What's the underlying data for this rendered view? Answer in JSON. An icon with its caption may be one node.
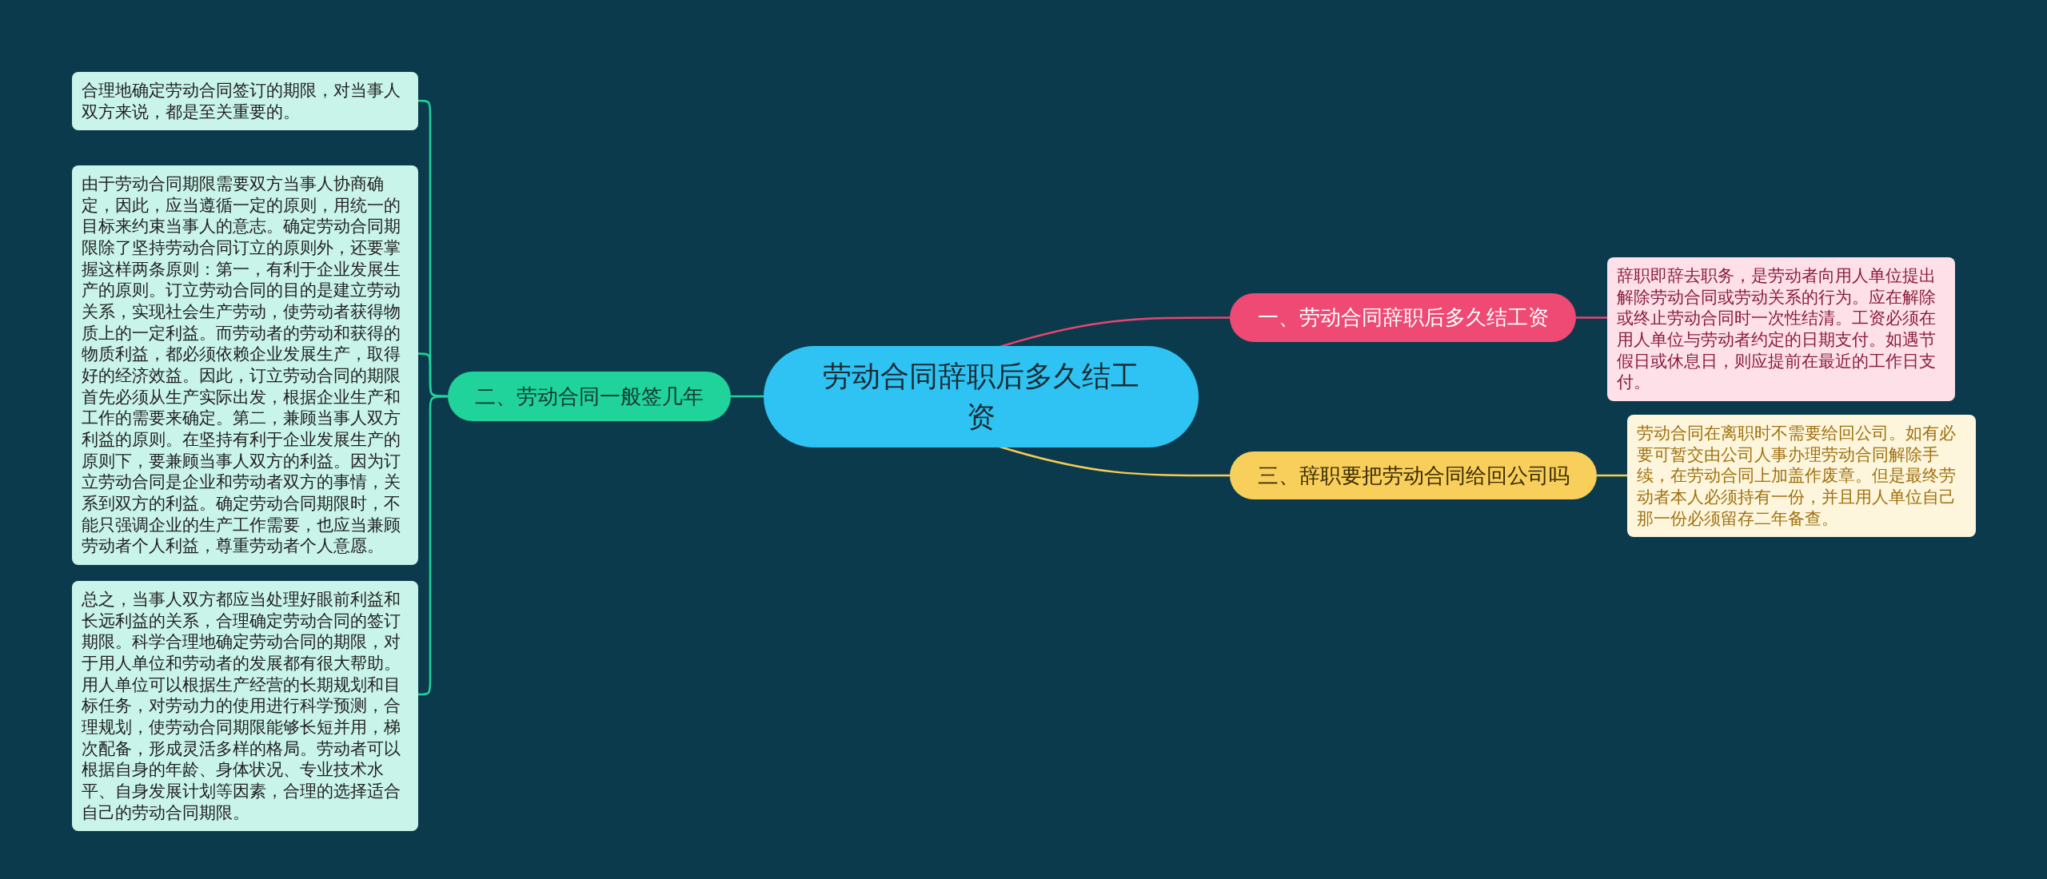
{
  "diagram": {
    "nodes": [
      {
        "text": [
          "劳动合同辞职后多久结工资"
        ]
      },
      {
        "text": [
          "一、劳动合同辞职后多久结工资"
        ]
      },
      {
        "text": [
          "辞职即辞去职务，是劳动者向用人单位提出解除劳动合同或劳动关系的行为。应在解除或终止劳动合同时一次性结清。工资必须在用人单位与劳动者约定的日期支付。如遇节假日或休息日，则应提前在最近的工作日支付。"
        ]
      },
      {
        "text": [
          "二、劳动合同一般签几年"
        ]
      },
      {
        "text": [
          "合理地确定劳动合同签订的期限，对当事人双方来说，都是至关重要的。"
        ]
      },
      {
        "text": [
          "由于劳动合同期限需要双方当事人协商确定，因此，应当遵循一定的原则，用统一的目标来约束当事人的意志。确定劳动合同期限除了坚持劳动合同订立的原则外，还要掌握这样两条原则：第一，有利于企业发展生产的原则。订立劳动合同的目的是建立劳动关系，实现社会生产劳动，使劳动者获得物质上的一定利益。而劳动者的劳动和获得的物质利益，都必须依赖企业发展生产，取得好的经济效益。因此，订立劳动合同的期限首先必须从生产实际出发，根据企业生产和工作的需要来确定。第二，兼顾当事人双方利益的原则。在坚持有利于企业发展生产的原则下，要兼顾当事人双方的利益。因为订立劳动合同是企业和劳动者双方的事情，关系到双方的利益。确定劳动合同期限时，不能只强调企业的生产工作需要，也应当兼顾劳动者个人利益，尊重劳动者个人意愿。"
        ]
      },
      {
        "text": [
          "总之，当事人双方都应当处理好眼前利益和长远利益的关系，合理确定劳动合同的签订期限。科学合理地确定劳动合同的期限，对于用人单位和劳动者的发展都有很大帮助。用人单位可以根据生产经营的长期规划和目标任务，对劳动力的使用进行科学预测，合理规划，使劳动合同期限能够长短并用，梯次配备，形成灵活多样的格局。劳动者可以根据自身的年龄、身体状况、专业技术水平、自身发展计划等因素，合理的选择适合自己的劳动合同期限。"
        ]
      },
      {
        "text": [
          "三、辞职要把劳动合同给回公司吗"
        ]
      },
      {
        "text": [
          "劳动合同在离职时不需要给回公司。如有必要可暂交由公司人事办理劳动合同解除手续，在劳动合同上加盖作废章。但是最终劳动者本人必须持有一份，并且用人单位自己那一份必须留存二年备查。"
        ]
      }
    ],
    "edges": [
      {
        "from": 0,
        "to": 1,
        "arrow": "none",
        "color": "#e8456f"
      },
      {
        "from": 1,
        "to": 2,
        "arrow": "none",
        "color": "#e8456f"
      },
      {
        "from": 0,
        "to": 3,
        "arrow": "none"
      },
      {
        "from": 3,
        "to": 4,
        "arrow": "none"
      },
      {
        "from": 3,
        "to": 5,
        "arrow": "none"
      },
      {
        "from": 3,
        "to": 6,
        "arrow": "none"
      },
      {
        "from": 0,
        "to": 7,
        "arrow": "none",
        "color": "#f5cc55"
      },
      {
        "from": 7,
        "to": 8,
        "arrow": "none",
        "color": "#f5cc55"
      }
    ]
  }
}
